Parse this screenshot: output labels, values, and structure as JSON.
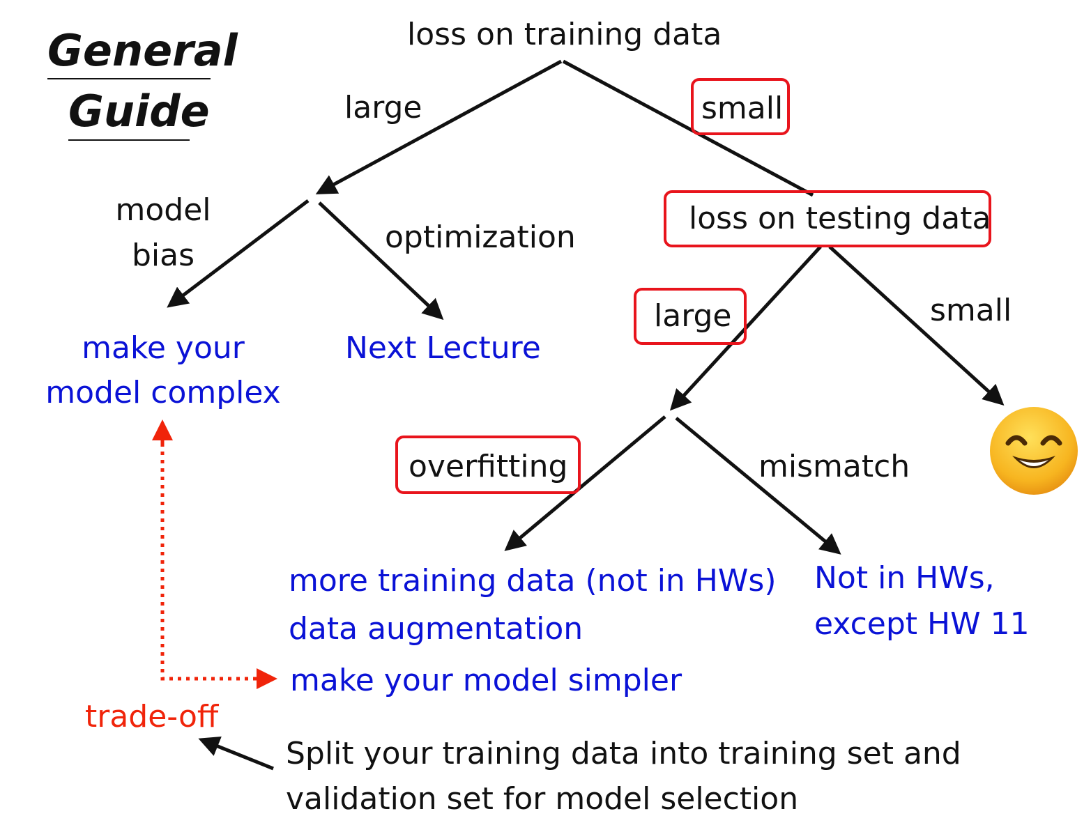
{
  "title": {
    "line1": "General",
    "line2": "Guide"
  },
  "nodes": {
    "root": "loss on training data",
    "train_large": "large",
    "train_small": "small",
    "model_bias_line1": "model",
    "model_bias_line2": "bias",
    "optimization": "optimization",
    "make_complex_line1": "make your",
    "make_complex_line2": "model complex",
    "next_lecture": "Next Lecture",
    "test_loss": "loss on testing data",
    "test_large": "large",
    "test_small": "small",
    "overfitting": "overfitting",
    "mismatch": "mismatch",
    "overfit_fix_1": "more training data (not in HWs)",
    "overfit_fix_2": "data augmentation",
    "overfit_fix_3": "make your model simpler",
    "mismatch_fix_1": "Not in HWs,",
    "mismatch_fix_2": "except HW 11",
    "tradeoff": "trade-off",
    "split_note_1": "Split your training data into training set and",
    "split_note_2": "validation set for model selection"
  },
  "icons": {
    "result_icon": "smiling-face-icon"
  },
  "colors": {
    "text": "#111111",
    "advice_blue": "#0a12d6",
    "tradeoff_red": "#f0240a",
    "highlight_box": "#e8141c"
  }
}
